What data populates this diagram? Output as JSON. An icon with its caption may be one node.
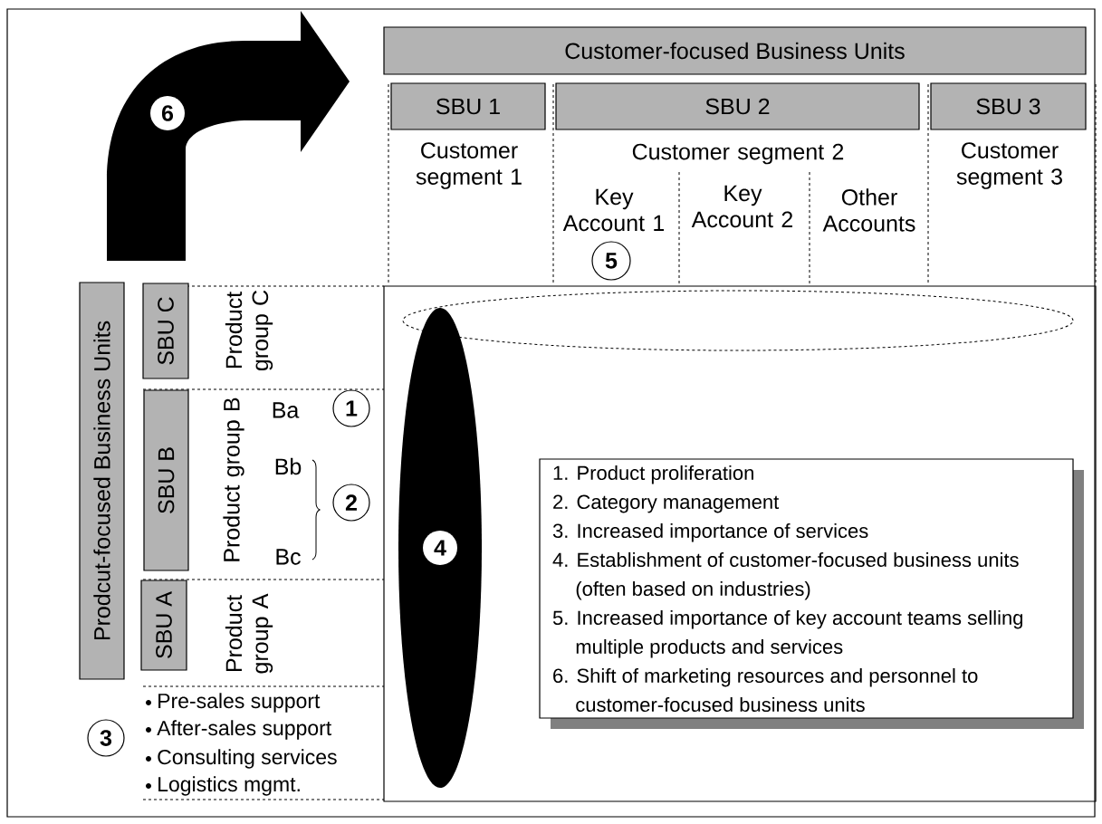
{
  "diagram": {
    "nodes": [
      {
        "text": [
          "6"
        ]
      },
      {
        "text": [
          "Customer-focused Business Units"
        ]
      },
      {
        "text": [
          "SBU 1"
        ]
      },
      {
        "text": [
          "SBU 2"
        ]
      },
      {
        "text": [
          "SBU 3"
        ]
      },
      {
        "text": [
          "5"
        ]
      },
      {
        "text": [
          "Prodcut-focused Business Units"
        ]
      },
      {
        "text": [
          "SBU C"
        ]
      },
      {
        "text": [],
        "shape": "ellipse"
      },
      {
        "text": [
          "SBU B"
        ]
      },
      {
        "text": [
          "1"
        ]
      },
      {
        "text": [
          "2"
        ]
      },
      {
        "text": [
          "SBU A"
        ]
      },
      {
        "text": [
          "3"
        ]
      },
      {
        "text": [
          "4"
        ]
      },
      {
        "text": [
          "1. Product proliferation",
          "2. Category management",
          "3. Increased importance of services",
          "4. Establishment of customer-focused business units (often based on industries)",
          "5. Increased importance of key account teams selling multiple products and services",
          "6. Shift of marketing resources and personnel to customer-focused business units"
        ]
      }
    ],
    "labels": [
      "Customer segment 1",
      "Customer segment 2",
      "Customer segment 3",
      "Key Account 1",
      "Key Account 2",
      "Other Accounts",
      "Product group C",
      "Product group B",
      "Ba",
      "Bb",
      "Bc",
      "Product group A",
      "Pre-sales support",
      "After-sales support",
      "Consulting services",
      "Logistics mgmt."
    ]
  }
}
